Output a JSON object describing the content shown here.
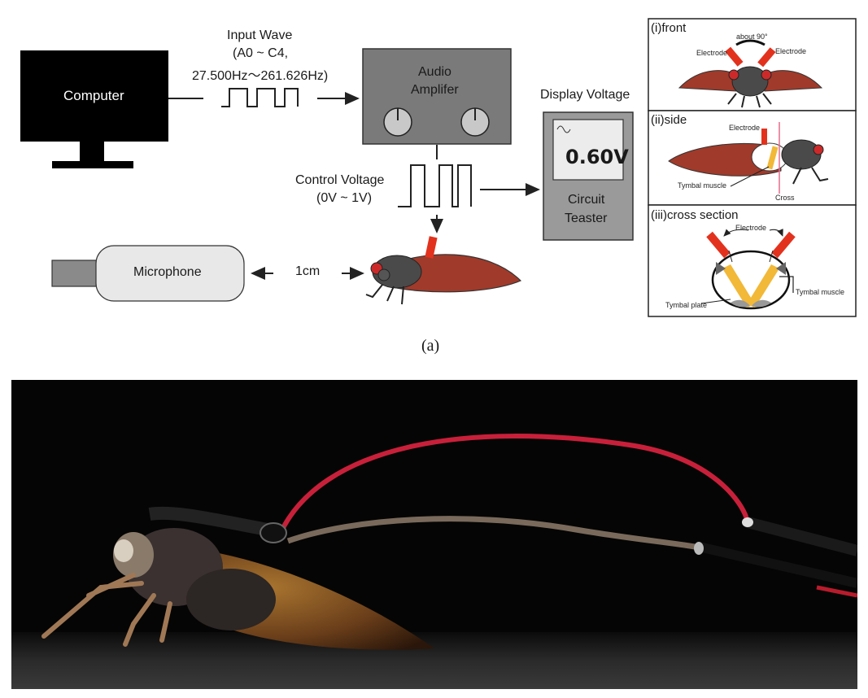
{
  "computer": {
    "label": "Computer"
  },
  "input_wave": {
    "title": "Input Wave",
    "range": "(A0 ~ C4,",
    "freq": "27.500Hz〜261.626Hz)"
  },
  "amplifier": {
    "line1": "Audio",
    "line2": "Amplifer"
  },
  "control_voltage": {
    "title": "Control Voltage",
    "range": "(0V ~ 1V)"
  },
  "display_voltage": {
    "title": "Display Voltage"
  },
  "tester": {
    "reading": "0.60V",
    "line1": "Circuit",
    "line2": "Teaster"
  },
  "microphone": {
    "label": "Microphone"
  },
  "distance": {
    "label": "1cm"
  },
  "caption": {
    "label": "(a)"
  },
  "panels": {
    "front": {
      "title": "(i)front",
      "angle": "about 90°",
      "electrode_left": "Electrode",
      "electrode_right": "Electrode"
    },
    "side": {
      "title": "(ii)side",
      "electrode": "Electrode",
      "muscle": "Tymbal muscle",
      "cross": "Cross"
    },
    "cross_section": {
      "title": "(iii)cross section",
      "electrode": "Electrode",
      "muscle": "Tymbal muscle",
      "plate": "Tymbal plate"
    }
  },
  "colors": {
    "electrode": "#e2321e",
    "muscle": "#f2b838",
    "wing": "#a03a2a",
    "body": "#4a4a4a",
    "eye": "#cc2a2a",
    "amplifier": "#7a7a7a",
    "tester": "#9a9a9a"
  }
}
